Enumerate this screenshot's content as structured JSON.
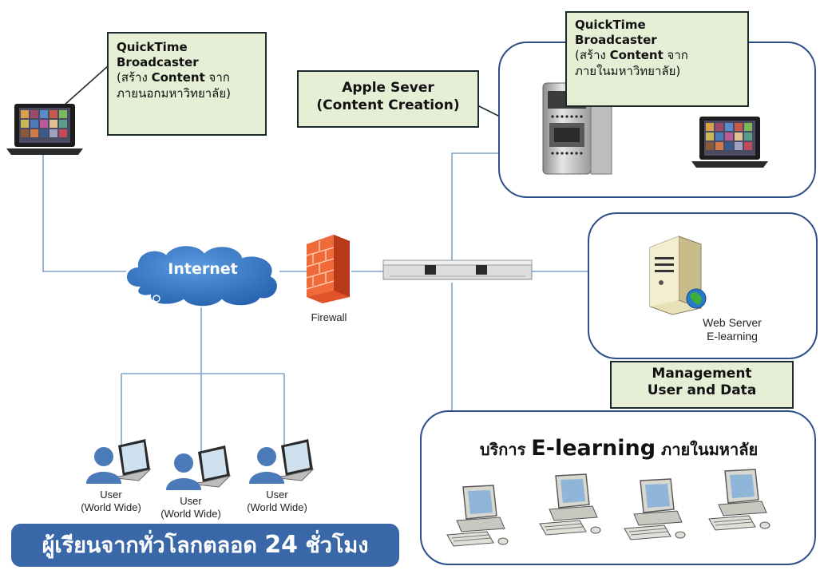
{
  "qt_external": {
    "title_line1": "QuickTime",
    "title_line2": "Broadcaster",
    "desc_prefix": "(สร้าง ",
    "desc_bold": "Content",
    "desc_suffix": " จาก",
    "desc_line2": "ภายนอกมหาวิทยาลัย)"
  },
  "qt_internal": {
    "title_line1": "QuickTime",
    "title_line2": "Broadcaster",
    "desc_prefix": "(สร้าง ",
    "desc_bold": "Content",
    "desc_suffix": " จาก",
    "desc_line2": "ภายในมหาวิทยาลัย)"
  },
  "apple_server": {
    "line1": "Apple Sever",
    "line2": "(Content Creation)"
  },
  "internet_label": "Internet",
  "firewall_label": "Firewall",
  "web_server": {
    "line1": "Web Server",
    "line2": "E-learning"
  },
  "management": {
    "line1": "Management",
    "line2": "User and Data"
  },
  "users": [
    {
      "line1": "User",
      "line2": "(World Wide)"
    },
    {
      "line1": "User",
      "line2": "(World Wide)"
    },
    {
      "line1": "User",
      "line2": "(World Wide)"
    }
  ],
  "banner": {
    "prefix": "ผู้เรียนจากทั่วโลกตลอด ",
    "bold": "24",
    "suffix": " ชั่วโมง"
  },
  "elearning": {
    "prefix": "บริการ ",
    "bold": "E-learning",
    "suffix": " ภายในมหาลัย"
  },
  "colors": {
    "line": "#7fa4c8",
    "frame": "#2a4f8a",
    "note_bg": "#e6efd6",
    "banner_bg": "#3a67a8",
    "cloud": "#2f73c3"
  }
}
